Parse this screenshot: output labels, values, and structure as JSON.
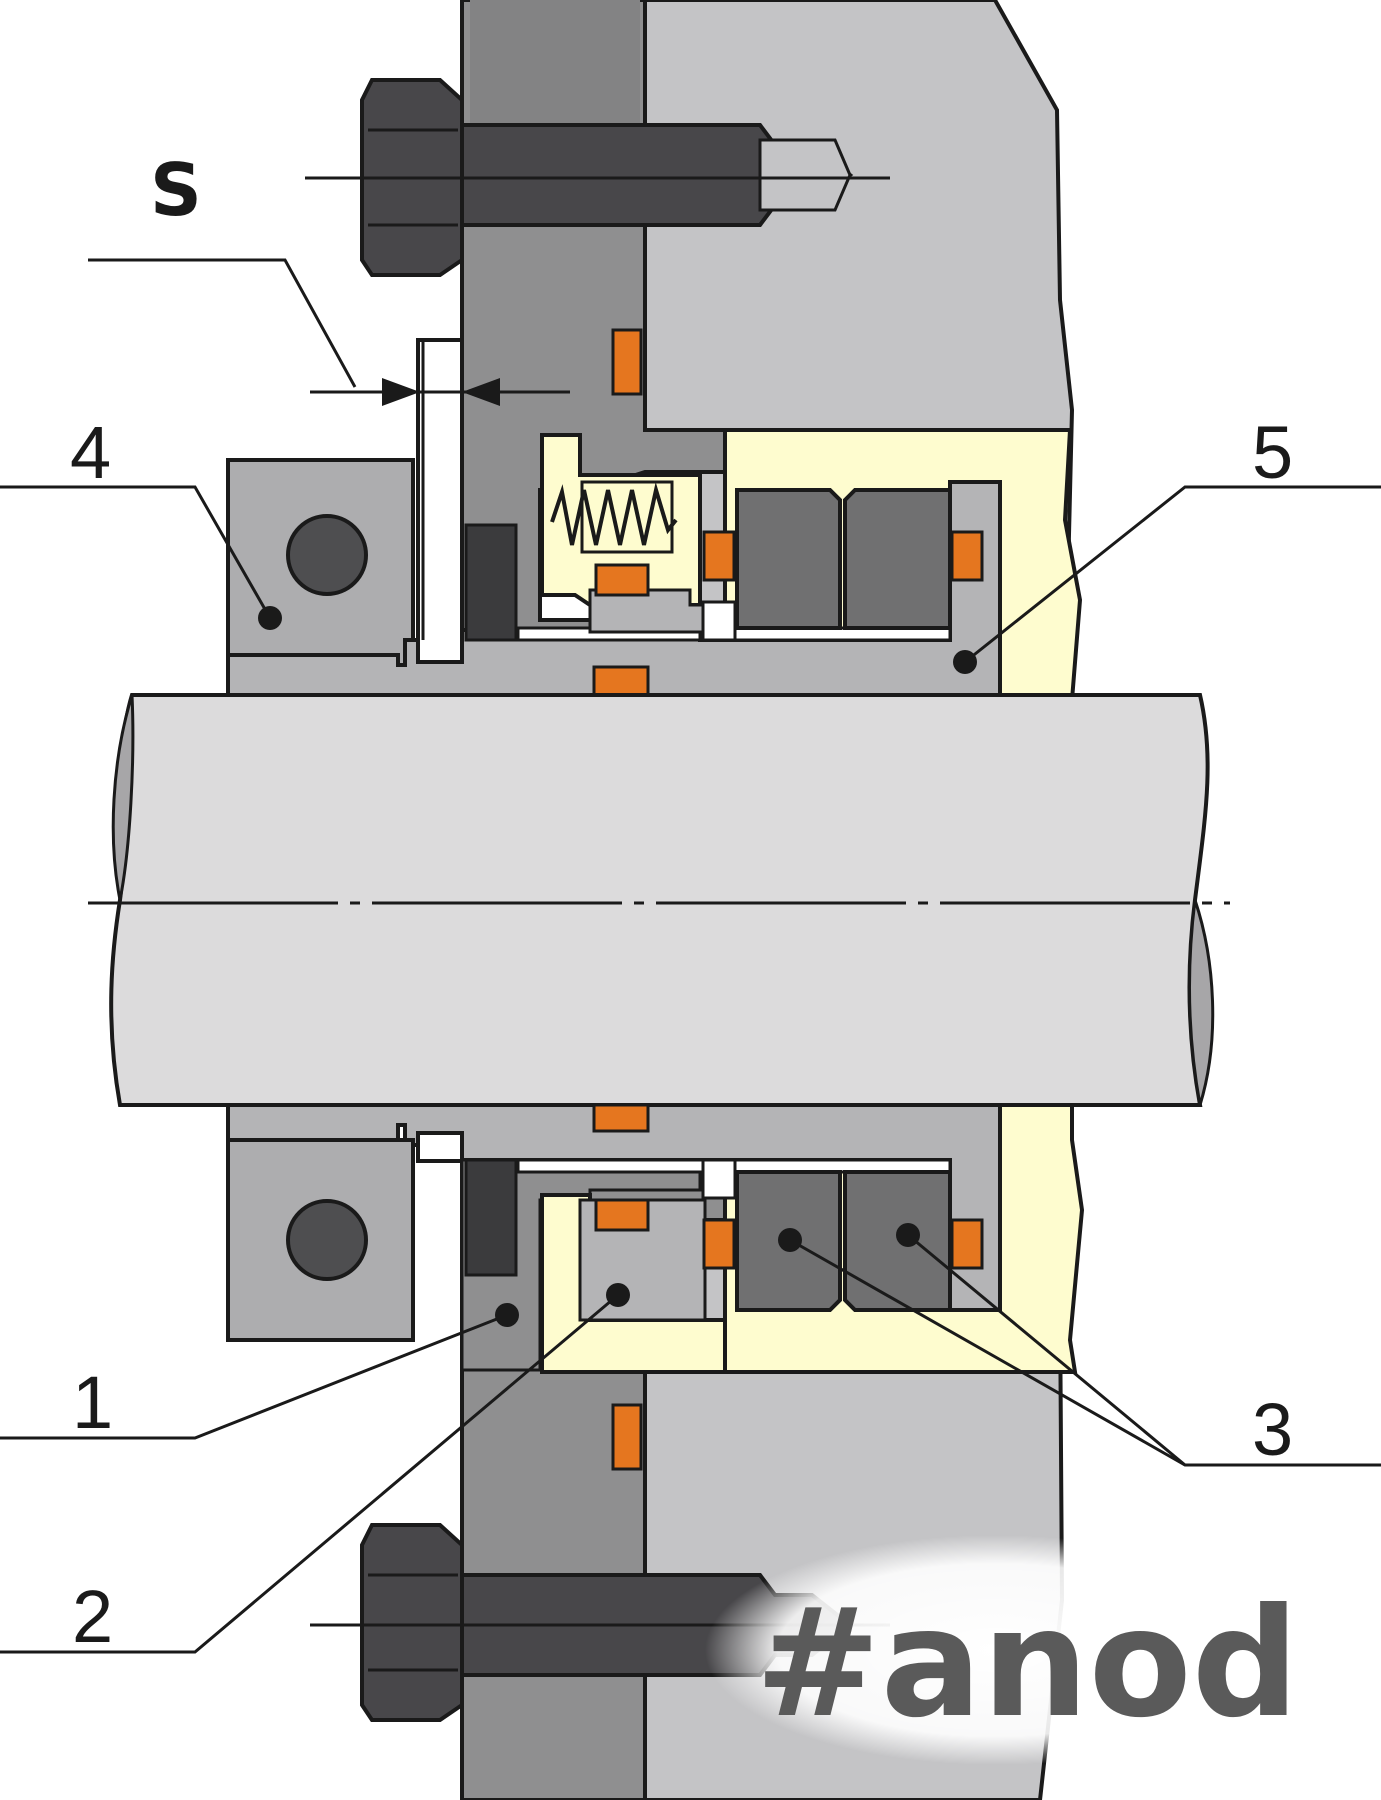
{
  "diagram": {
    "gap_label": "S",
    "callouts": [
      "1",
      "2",
      "3",
      "4",
      "5"
    ],
    "watermark": "#anod",
    "colors": {
      "housing": "#c4c4c6",
      "gland": "#8f8f90",
      "sleeve": "#b4b4b6",
      "shaft": "#dcdbdc",
      "ring": "#707071",
      "bolt": "#48474a",
      "oring": "#e5761f",
      "fluid": "#fefccf"
    }
  }
}
